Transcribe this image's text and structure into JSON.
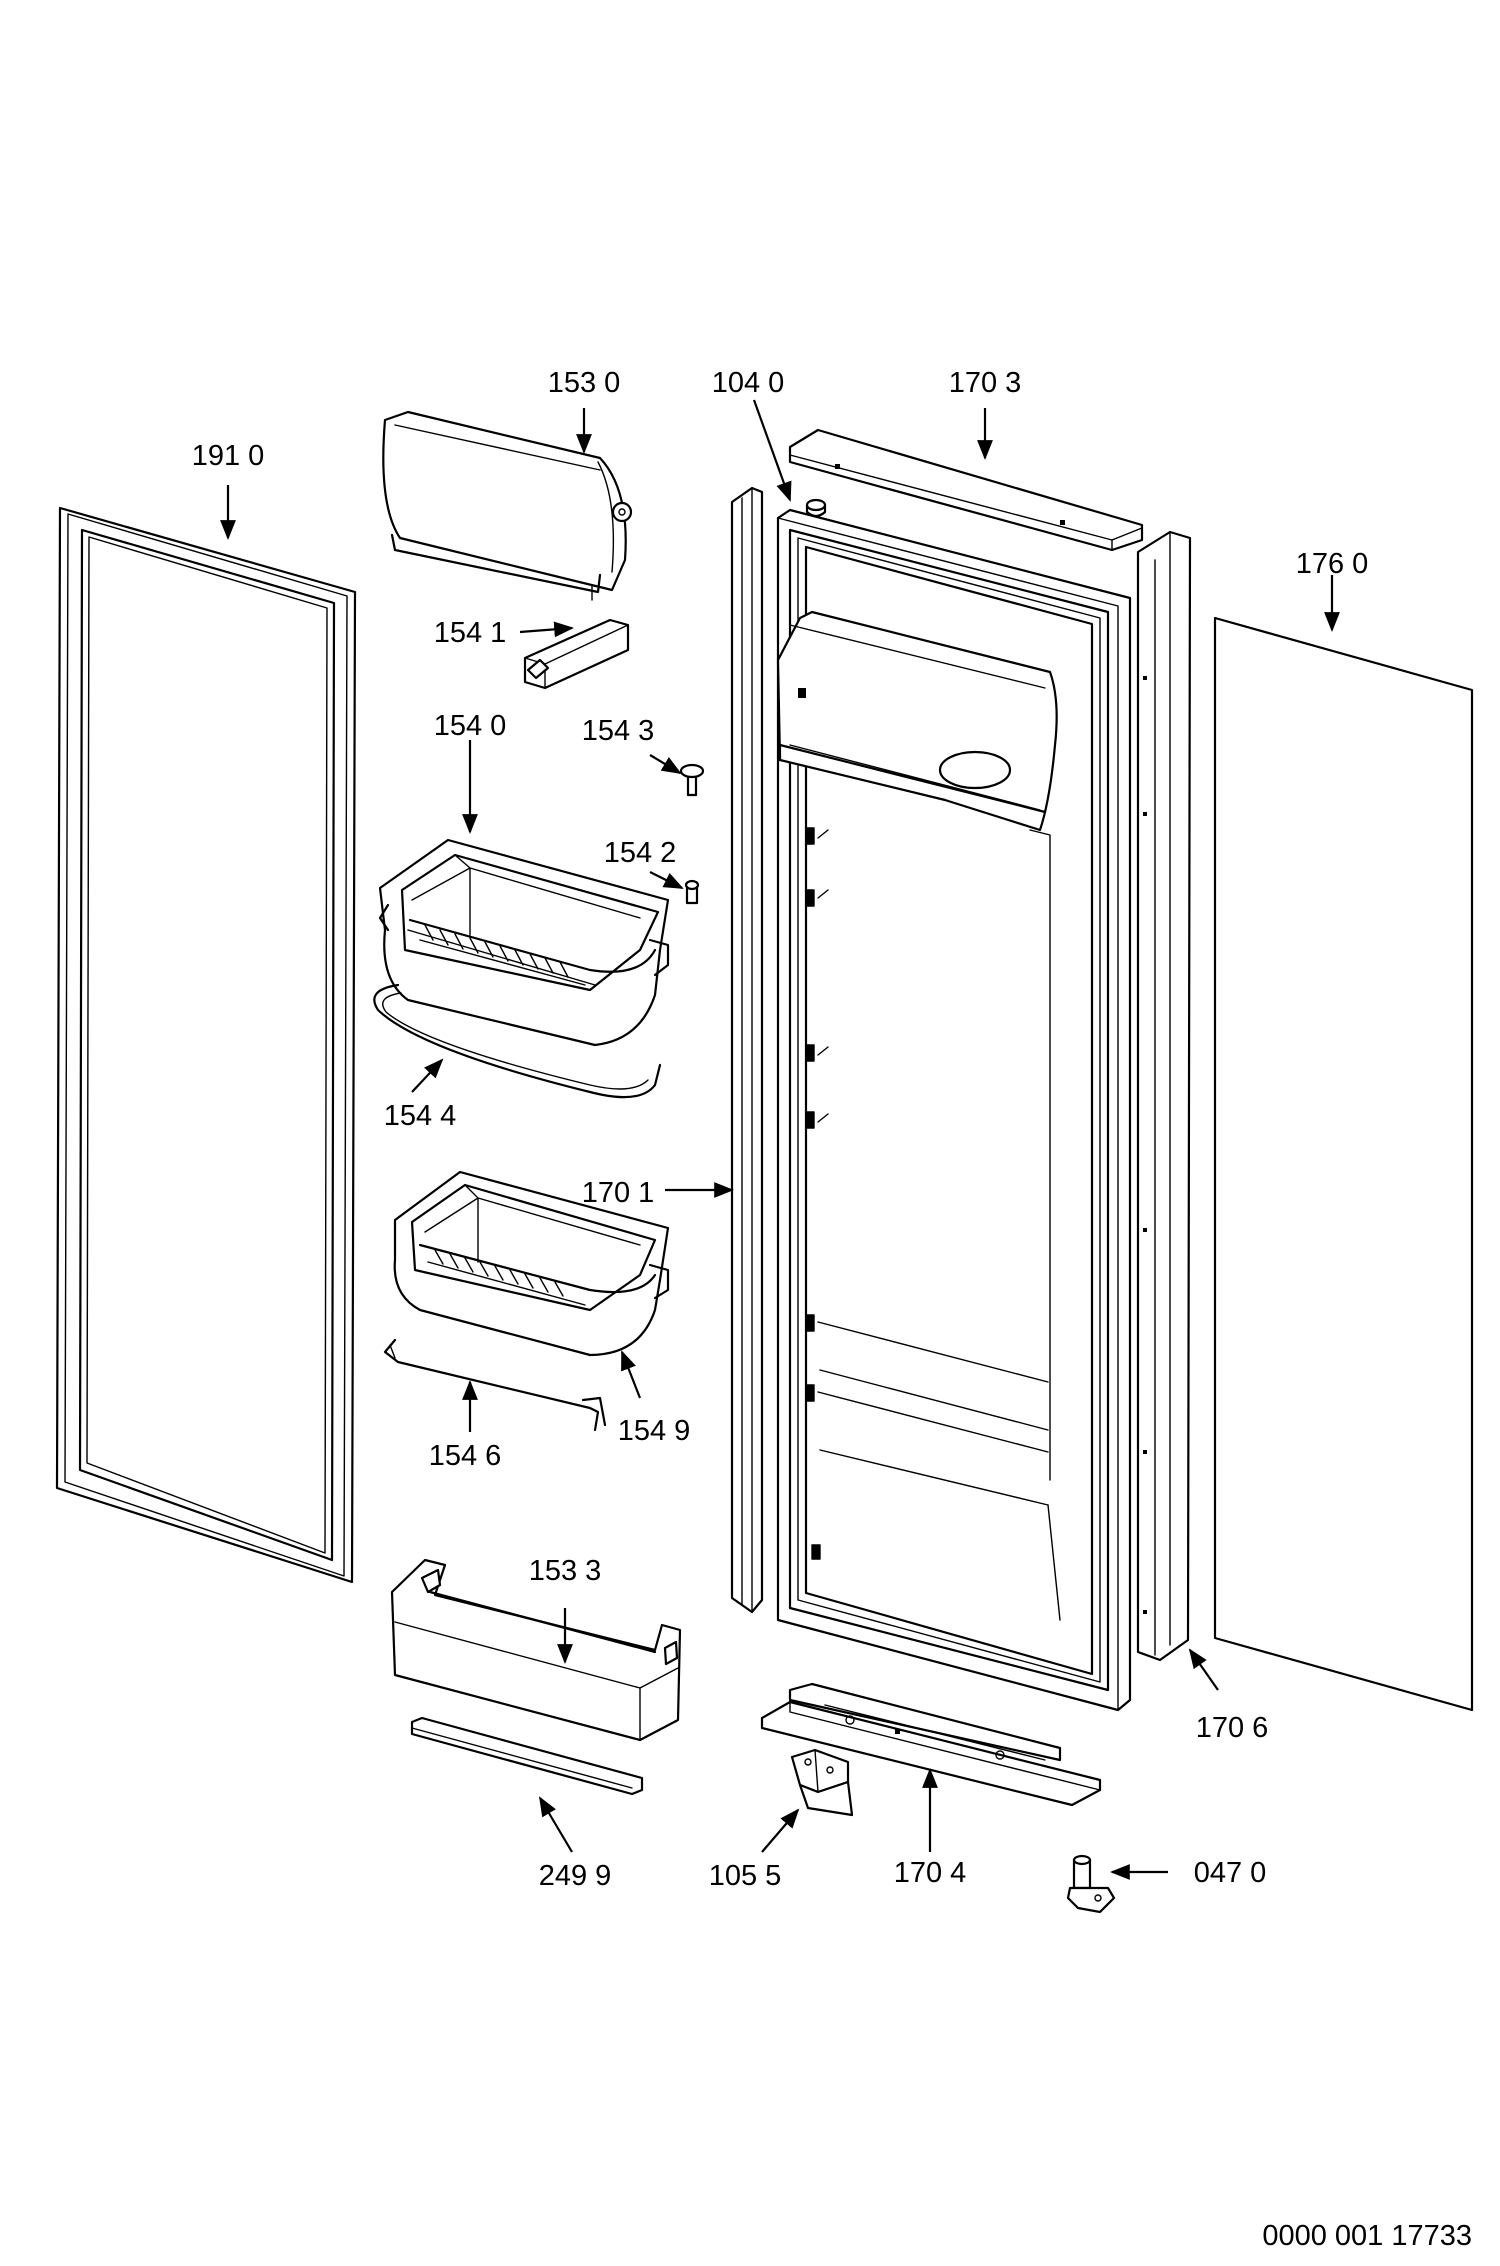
{
  "diagram": {
    "labels": {
      "p1530": "153 0",
      "p1040": "104 0",
      "p1703": "170 3",
      "p1910": "191 0",
      "p1760": "176 0",
      "p1541": "154 1",
      "p1540": "154 0",
      "p1543": "154 3",
      "p1542": "154 2",
      "p1544": "154 4",
      "p1701": "170 1",
      "p1549": "154 9",
      "p1546": "154 6",
      "p1533": "153 3",
      "p1706": "170 6",
      "p2499": "249 9",
      "p1055": "105 5",
      "p1704": "170 4",
      "p0470": "047 0"
    },
    "drawing_code": "0000 001 17733"
  }
}
